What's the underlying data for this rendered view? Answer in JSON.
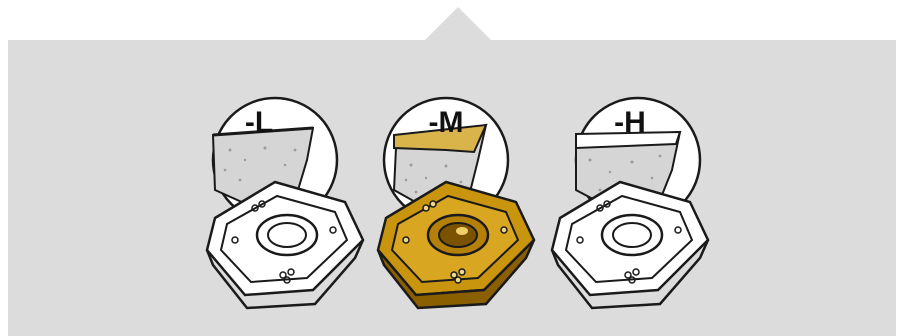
{
  "inserts": [
    {
      "label": "-L",
      "variant": "plain"
    },
    {
      "label": "-M",
      "variant": "coated"
    },
    {
      "label": "-H",
      "variant": "plain"
    }
  ],
  "colors": {
    "panel": "#dcdcdc",
    "coated_body": "#c9950f",
    "coated_dark": "#8a5f00",
    "insert_plain": "#ffffff",
    "chip_texture": "#bdbdbd",
    "outline": "#1a1a1a"
  }
}
